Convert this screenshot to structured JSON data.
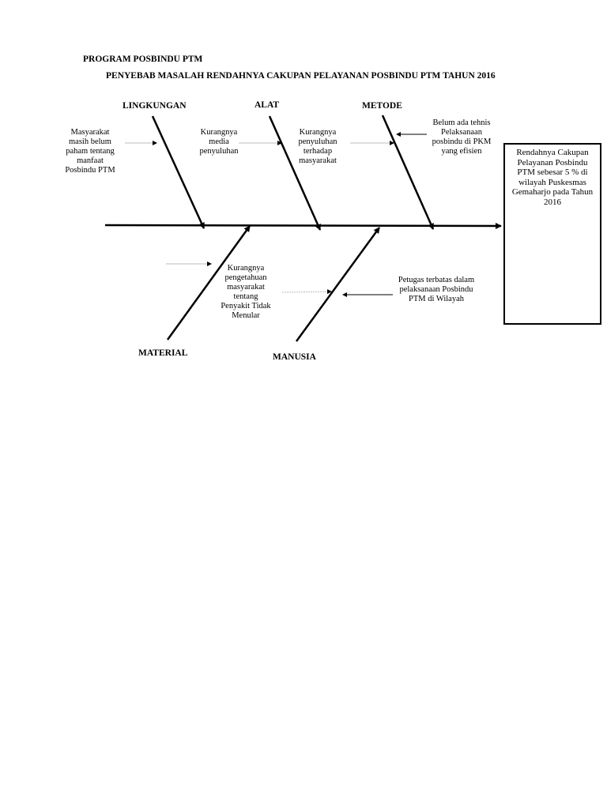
{
  "title": {
    "program": "PROGRAM POSBINDU PTM",
    "heading": "PENYEBAB MASALAH RENDAHNYA CAKUPAN PELAYANAN POSBINDU PTM TAHUN 2016"
  },
  "categories": {
    "lingkungan": "LINGKUNGAN",
    "alat": "ALAT",
    "metode": "METODE",
    "material": "MATERIAL",
    "manusia": "MANUSIA"
  },
  "causes": {
    "lingkungan": "Masyarakat\nmasih belum\npaham tentang\nmanfaat\nPosbindu PTM",
    "alat": "Kurangnya\nmedia\npenyuluhan",
    "metode_1": "Kurangnya\npenyuluhan\nterhadap\nmasyarakat",
    "metode_2": "Belum ada tehnis\nPelaksanaan\nposbindu di PKM\nyang efisien",
    "material": "Kurangnya\npengetahuan\nmasyarakat\ntentang\nPenyakit Tidak\nMenular",
    "manusia": "Petugas terbatas dalam\npelaksanaan Posbindu\nPTM di Wilayah"
  },
  "effect": "Rendahnya Cakupan\nPelayanan Posbindu\nPTM sebesar 5 % di\nwilayah Puskesmas\nGemaharjo pada Tahun\n2016"
}
